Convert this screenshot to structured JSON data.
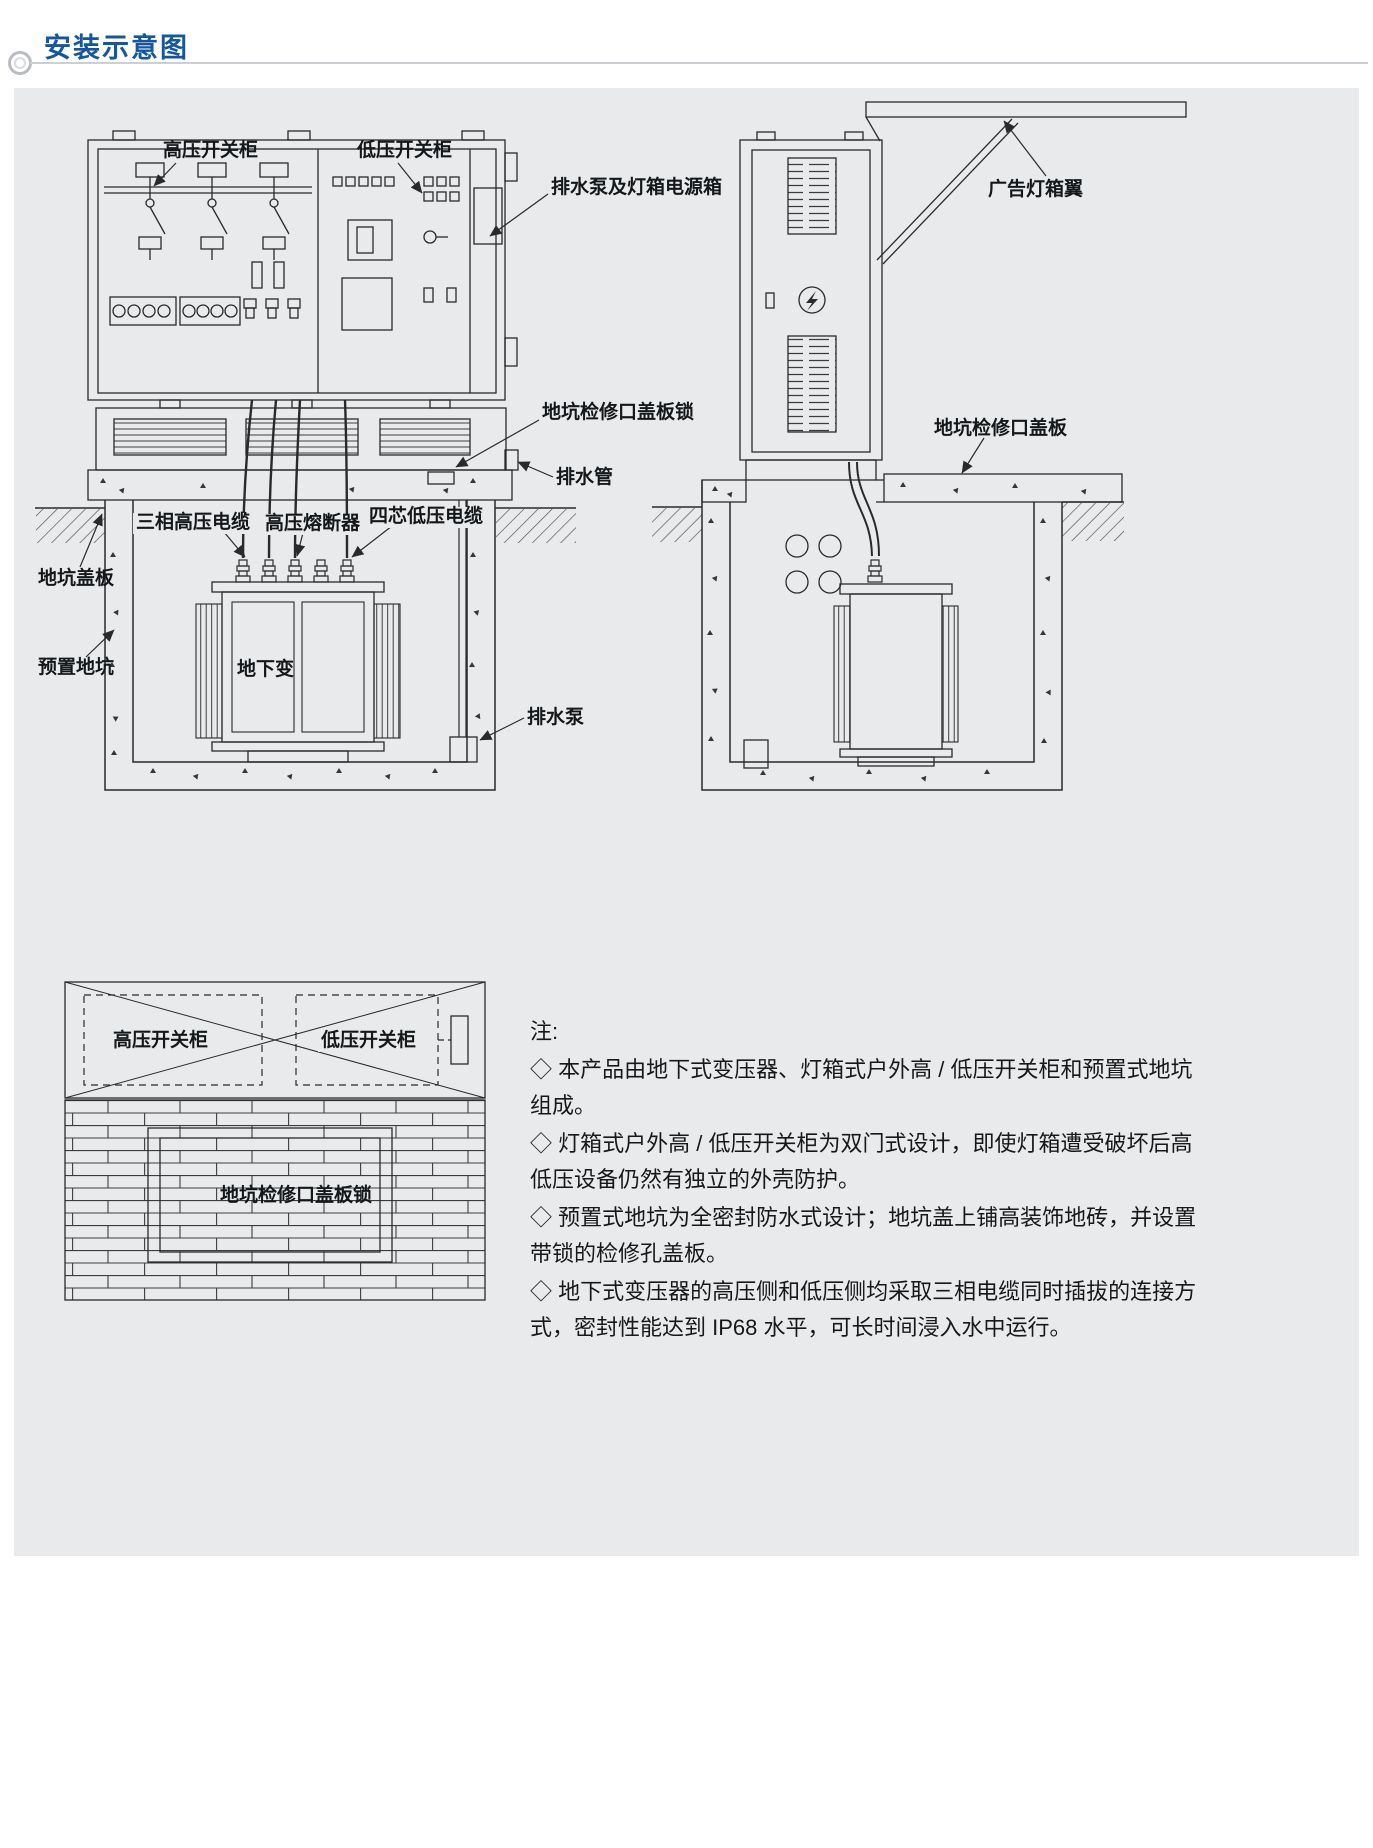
{
  "page": {
    "title": "安装示意图",
    "accent_color": "#1456a0",
    "panel_bg": "#e9eaec",
    "line_color": "#2a2a2a"
  },
  "front_view": {
    "hv_cabinet_label": "高压开关柜",
    "lv_cabinet_label": "低压开关柜",
    "pump_power_box_label": "排水泵及灯箱电源箱",
    "pit_access_cover_lock_label": "地坑检修口盖板锁",
    "drain_pipe_label": "排水管",
    "three_phase_hv_cable_label": "三相高压电缆",
    "hv_fuse_label": "高压熔断器",
    "four_core_lv_cable_label": "四芯低压电缆",
    "pit_cover_label": "地坑盖板",
    "preset_pit_label": "预置地坑",
    "underground_transformer_label": "地下变",
    "drain_pump_label": "排水泵"
  },
  "side_view": {
    "ad_lightbox_wing_label": "广告灯箱翼",
    "pit_access_cover_label": "地坑检修口盖板"
  },
  "top_view": {
    "hv_cabinet_label": "高压开关柜",
    "lv_cabinet_label": "低压开关柜",
    "pit_access_cover_lock_label": "地坑检修口盖板锁"
  },
  "notes": {
    "heading": "注:",
    "items": [
      "◇ 本产品由地下式变压器、灯箱式户外高 / 低压开关柜和预置式地坑组成。",
      "◇ 灯箱式户外高 / 低压开关柜为双门式设计，即使灯箱遭受破坏后高低压设备仍然有独立的外壳防护。",
      "◇ 预置式地坑为全密封防水式设计；地坑盖上铺高装饰地砖，并设置带锁的检修孔盖板。",
      "◇ 地下式变压器的高压侧和低压侧均采取三相电缆同时插拔的连接方式，密封性能达到 IP68 水平，可长时间浸入水中运行。"
    ]
  }
}
